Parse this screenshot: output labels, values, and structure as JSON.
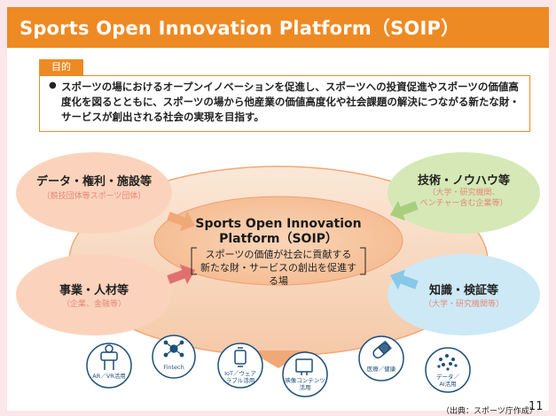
{
  "title": "Sports Open Innovation Platform（SOIP）",
  "purpose": {
    "tab": "目的",
    "bullet": "●",
    "text": "スポーツの場におけるオープンイノベーションを促進し、スポーツへの投資促進やスポーツの価値高度化を図るとともに、スポーツの場から他産業の価値高度化や社会課題の解決につながる新たな財・サービスが創出される社会の実現を目指す。"
  },
  "center": {
    "title_line1": "Sports Open Innovation",
    "title_line2": "Platform（SOIP）",
    "desc_line1": "スポーツの価値が社会に貢献する",
    "desc_line2": "新たな財・サービスの創出を促進する場"
  },
  "nodes": {
    "top_left": {
      "label": "データ・権利・施設等",
      "sub": "（競技団体等スポーツ団体）"
    },
    "top_right": {
      "label": "技術・ノウハウ等",
      "sub1": "（大学・研究機関、",
      "sub2": "ベンチャー含む企業等）"
    },
    "bottom_left": {
      "label": "事業・人材等",
      "sub": "（企業、金融等）"
    },
    "bottom_right": {
      "label": "知識・検証等",
      "sub": "（大学・研究機関等）"
    }
  },
  "icons": [
    {
      "name": "ar-vr-icon",
      "label": "AR／VR活用"
    },
    {
      "name": "fintech-icon",
      "label": "Fintech"
    },
    {
      "name": "iot-wearable-icon",
      "label1": "IoT／ウェア",
      "label2": "ラブル活用"
    },
    {
      "name": "video-content-icon",
      "label1": "映像コンテンツ",
      "label2": "活用"
    },
    {
      "name": "medical-health-icon",
      "label": "医療／健康"
    },
    {
      "name": "data-ai-icon",
      "label1": "データ／",
      "label2": "AI活用"
    }
  ],
  "source": "（出典：スポーツ庁作成）",
  "page_number": "11",
  "colors": {
    "title_bar": "#ee8a23",
    "outer_ellipse": "#f9dfc9",
    "inner_ellipse": "#f7c9a3",
    "node_fill": "#fbd3bc",
    "green_node": "#d5e8b6",
    "blue_node": "#cde9f6",
    "icon_border": "#1f4e79"
  }
}
